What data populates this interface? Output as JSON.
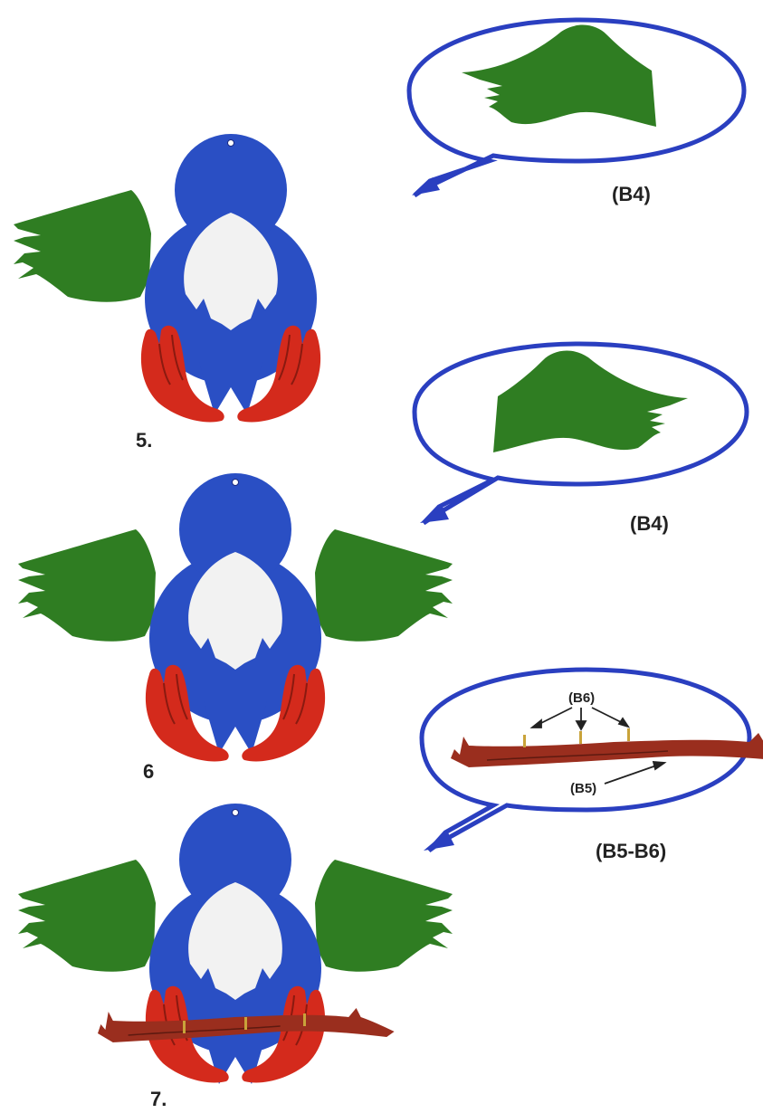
{
  "steps": [
    {
      "number": "5."
    },
    {
      "number": "6"
    },
    {
      "number": "7."
    }
  ],
  "callouts": [
    {
      "ref": "(B4)"
    },
    {
      "ref": "(B4)"
    },
    {
      "ref": "(B5-B6)",
      "labels": {
        "nails": "(B6)",
        "branch": "(B5)"
      }
    }
  ],
  "colors": {
    "body": "#2a4fc4",
    "belly": "#f2f2f2",
    "wing": "#2f7d22",
    "feet": "#d42a1c",
    "branch": "#9a2e1e",
    "outline": "#2a3fc0",
    "nail": "#c9a33a"
  }
}
